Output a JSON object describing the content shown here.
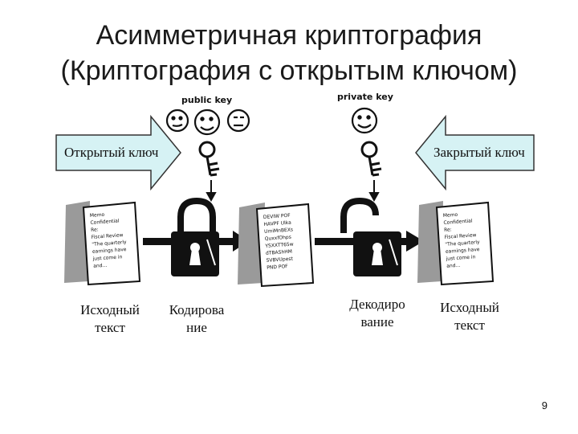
{
  "title": {
    "line1": "Асимметричная криптография",
    "line2": "(Криптография с открытым ключом)"
  },
  "keys": {
    "public": "public key",
    "private": "private key"
  },
  "arrows": {
    "left": "Открытый ключ",
    "right": "Закрытый ключ"
  },
  "captions": {
    "source_left": [
      "Исходный",
      "текст"
    ],
    "encrypt": [
      "Кодирова",
      "ние"
    ],
    "decrypt": [
      "Декодиро",
      "вание"
    ],
    "source_right": [
      "Исходный",
      "текст"
    ]
  },
  "documents": {
    "plain_lines": [
      "Memo",
      "Confidential",
      "Re:",
      "Fiscal Review",
      "\"The quarterly",
      "earnings have",
      "just come in",
      "and..."
    ],
    "cipher_lines": [
      "DEVIW POF",
      "HAVPF Ulka",
      "UmiMnBEXs",
      "QuxxfOhps",
      "YSXXTT65w",
      "dTBAShHM",
      "SVBVUpest",
      "PND POF"
    ]
  },
  "page_number": "9",
  "colors": {
    "arrow_fill": "#d6f2f4",
    "arrow_stroke": "#333333",
    "doc_shadow": "#9a9a9a"
  }
}
